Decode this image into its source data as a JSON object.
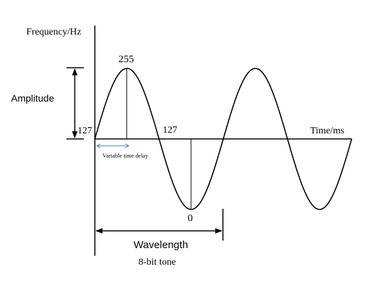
{
  "diagram": {
    "y_axis_label": "Frequency/Hz",
    "x_axis_label": "Time/ms",
    "amplitude_label": "Amplitude",
    "wavelength_label": "Wavelength",
    "caption": "8-bit tone",
    "variable_delay_label": "Variable time delay",
    "peak_value": "255",
    "trough_value": "0",
    "baseline_value": "127",
    "crossing_value": "127",
    "colors": {
      "ink": "#000000",
      "delay_arrow": "#4a7fc1",
      "background": "#ffffff"
    }
  }
}
